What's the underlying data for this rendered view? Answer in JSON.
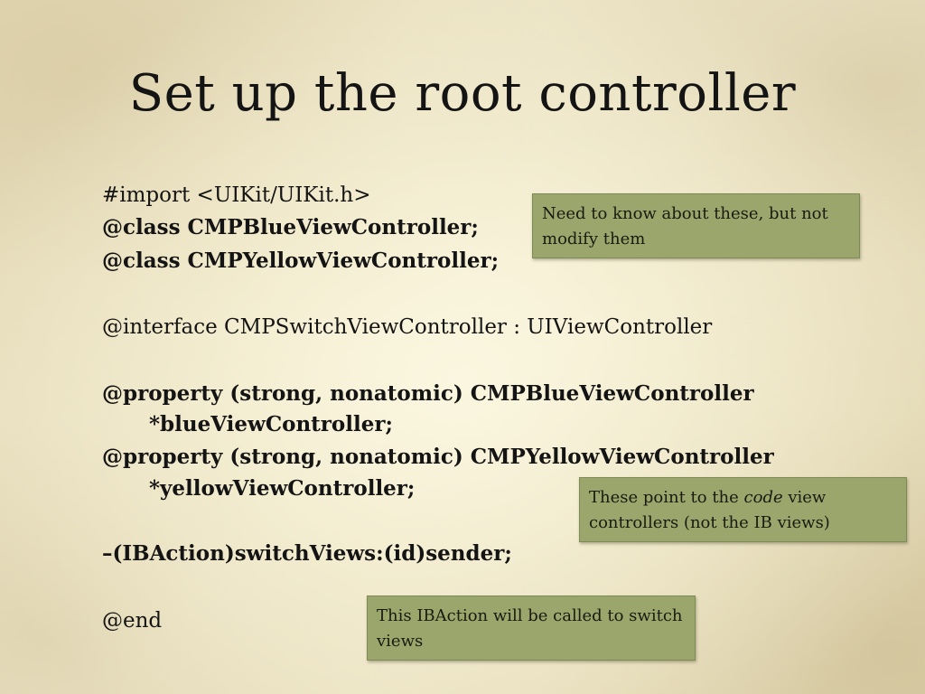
{
  "slide": {
    "title": "Set up the root controller"
  },
  "code": {
    "import_line": "#import <UIKit/UIKit.h>",
    "class_blue": "@class CMPBlueViewController;",
    "class_yellow": "@class CMPYellowViewController;",
    "interface_line": "@interface CMPSwitchViewController : UIViewController",
    "property_blue_1": "@property (strong, nonatomic) CMPBlueViewController",
    "property_blue_2": "*blueViewController;",
    "property_yellow_1": "@property (strong, nonatomic) CMPYellowViewController",
    "property_yellow_2": "*yellowViewController;",
    "action_line": "–(IBAction)switchViews:(id)sender;",
    "end_line": "@end"
  },
  "callouts": {
    "classes_note": "Need to know about these, but not modify them",
    "properties_note_before": "These point to the ",
    "properties_note_em": "code",
    "properties_note_after": " view controllers (not the IB views)",
    "action_note": "This IBAction will be called to switch views"
  },
  "colors": {
    "callout_background": "#9aa66c",
    "slide_background": "#efe8cc",
    "text": "#141414"
  }
}
